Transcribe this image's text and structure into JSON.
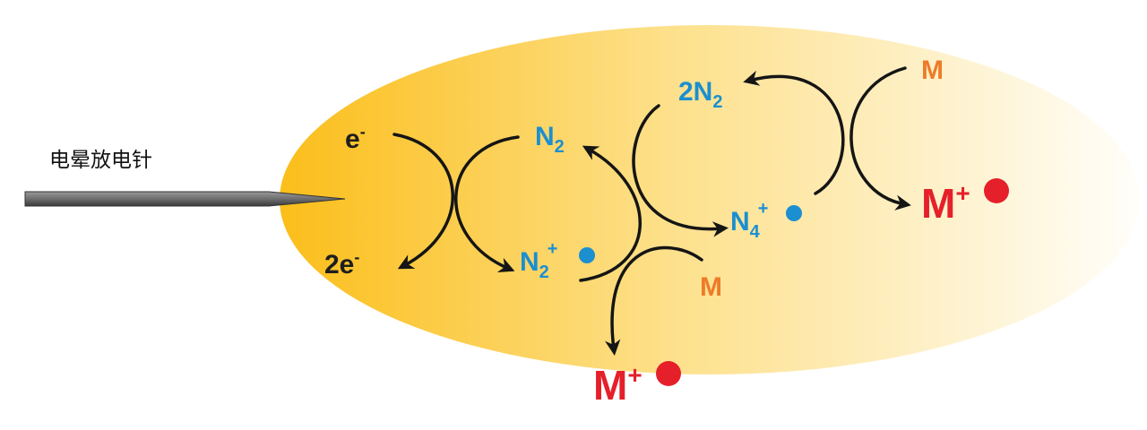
{
  "needle_label": "电晕放电针",
  "species": {
    "e": "e",
    "e_sup": "-",
    "two_e": "2e",
    "two_e_sup": "-",
    "n2": "N",
    "n2_sub": "2",
    "n2_plus": "N",
    "n2_plus_sub": "2",
    "n2_plus_sup": "+",
    "two_n2": "2N",
    "two_n2_sub": "2",
    "n4_plus": "N",
    "n4_plus_sub": "4",
    "n4_plus_sup": "+",
    "m_lower": "M",
    "m_upper": "M",
    "m_plus_lower": "M",
    "m_plus_lower_sup": "+",
    "m_plus_upper": "M",
    "m_plus_upper_sup": "+"
  },
  "colors": {
    "blue": "#1B8FD0",
    "orange": "#EE7B28",
    "red": "#E5202A",
    "dark": "#1E1E1E",
    "plasma_left": "#FBBE1A",
    "plasma_right": "#FFFDF6"
  }
}
